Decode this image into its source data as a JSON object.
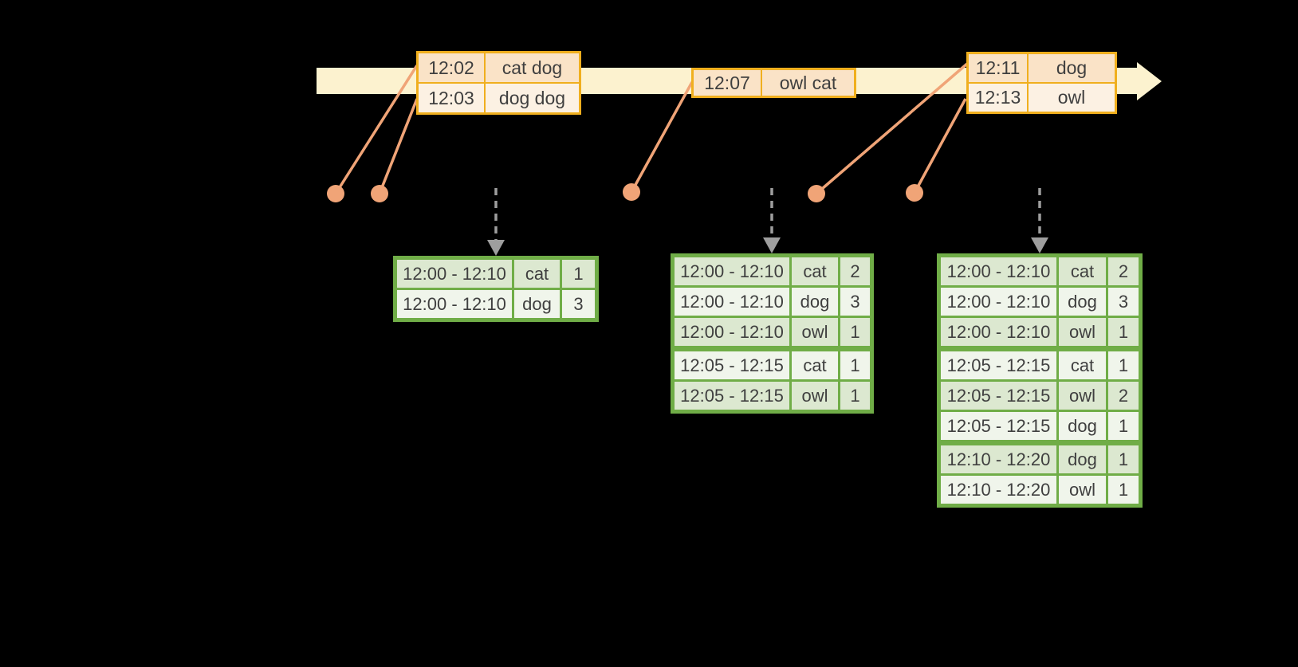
{
  "diagram": {
    "kind": "windowed-grouped-aggregation-timeline",
    "events": [
      {
        "rows": [
          {
            "time": "12:02",
            "words": "cat dog"
          },
          {
            "time": "12:03",
            "words": "dog dog"
          }
        ]
      },
      {
        "rows": [
          {
            "time": "12:07",
            "words": "owl cat"
          }
        ]
      },
      {
        "rows": [
          {
            "time": "12:11",
            "words": "dog"
          },
          {
            "time": "12:13",
            "words": "owl"
          }
        ]
      }
    ],
    "result_tables": [
      {
        "rows": [
          {
            "window": "12:00 - 12:10",
            "word": "cat",
            "count": "1"
          },
          {
            "window": "12:00 - 12:10",
            "word": "dog",
            "count": "3"
          }
        ]
      },
      {
        "rows": [
          {
            "window": "12:00 - 12:10",
            "word": "cat",
            "count": "2"
          },
          {
            "window": "12:00 - 12:10",
            "word": "dog",
            "count": "3"
          },
          {
            "window": "12:00 - 12:10",
            "word": "owl",
            "count": "1"
          },
          {
            "window": "12:05 - 12:15",
            "word": "cat",
            "count": "1"
          },
          {
            "window": "12:05 - 12:15",
            "word": "owl",
            "count": "1"
          }
        ]
      },
      {
        "rows": [
          {
            "window": "12:00 - 12:10",
            "word": "cat",
            "count": "2"
          },
          {
            "window": "12:00 - 12:10",
            "word": "dog",
            "count": "3"
          },
          {
            "window": "12:00 - 12:10",
            "word": "owl",
            "count": "1"
          },
          {
            "window": "12:05 - 12:15",
            "word": "cat",
            "count": "1"
          },
          {
            "window": "12:05 - 12:15",
            "word": "owl",
            "count": "2"
          },
          {
            "window": "12:05 - 12:15",
            "word": "dog",
            "count": "1"
          },
          {
            "window": "12:10 - 12:20",
            "word": "dog",
            "count": "1"
          },
          {
            "window": "12:10 - 12:20",
            "word": "owl",
            "count": "1"
          }
        ]
      }
    ],
    "icons": {
      "timeline_arrow": "arrow-right",
      "trigger_arrow": "arrow-down",
      "event_marker": "dot"
    },
    "colors": {
      "background": "#000000",
      "timeline_band": "#FCF2CF",
      "event_table_border": "#F0AF1E",
      "event_row_dark": "#FAE3C7",
      "event_row_light": "#FCF1E3",
      "connector_salmon": "#F0A477",
      "result_table_border": "#70AD47",
      "result_row_dark": "#DCE8D0",
      "result_row_light": "#F0F5EB",
      "arrow_gray": "#9E9E9E",
      "text": "#3F3F3F"
    }
  }
}
